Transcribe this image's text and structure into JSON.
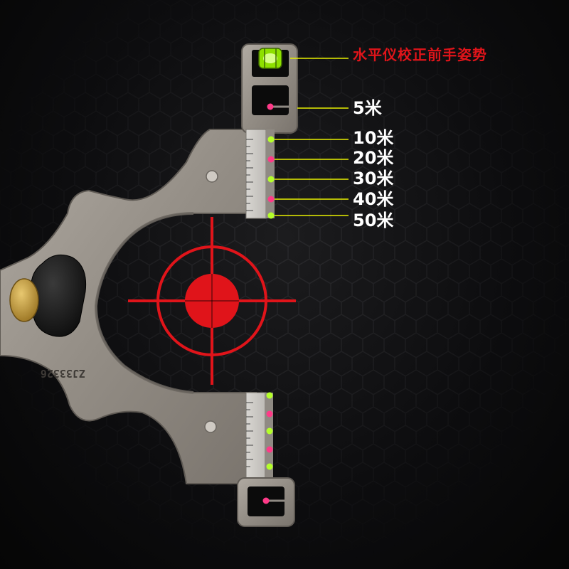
{
  "labels": {
    "level": "水平仪校正前手姿势",
    "d5": "5米",
    "d10": "10米",
    "d20": "20米",
    "d30": "30米",
    "d40": "40米",
    "d50": "50米"
  },
  "serial": "ZJ33326",
  "colors": {
    "label_red": "#e0141a",
    "label_white": "#ffffff",
    "pointer_line": "#e8f000",
    "crosshair": "#e0141a",
    "metal": "#9a948c",
    "bubble_level": "#8ee000",
    "pin_green": "#b4ff2a",
    "pin_pink": "#ff3a88"
  },
  "icons": [
    "bubble-level-icon",
    "crosshair-icon"
  ]
}
